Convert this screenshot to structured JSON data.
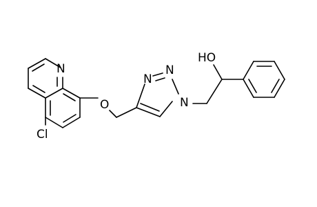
{
  "molecule": {
    "atoms": {
      "chlorine": "Cl",
      "quinoline_nitrogen": "N",
      "ether_oxygen": "O",
      "triazole_n3": "N",
      "triazole_n2": "N",
      "triazole_n1": "N",
      "hydroxyl": "HO"
    }
  },
  "colors": {
    "bond": "#000000",
    "label": "#000000",
    "background": "#ffffff"
  }
}
